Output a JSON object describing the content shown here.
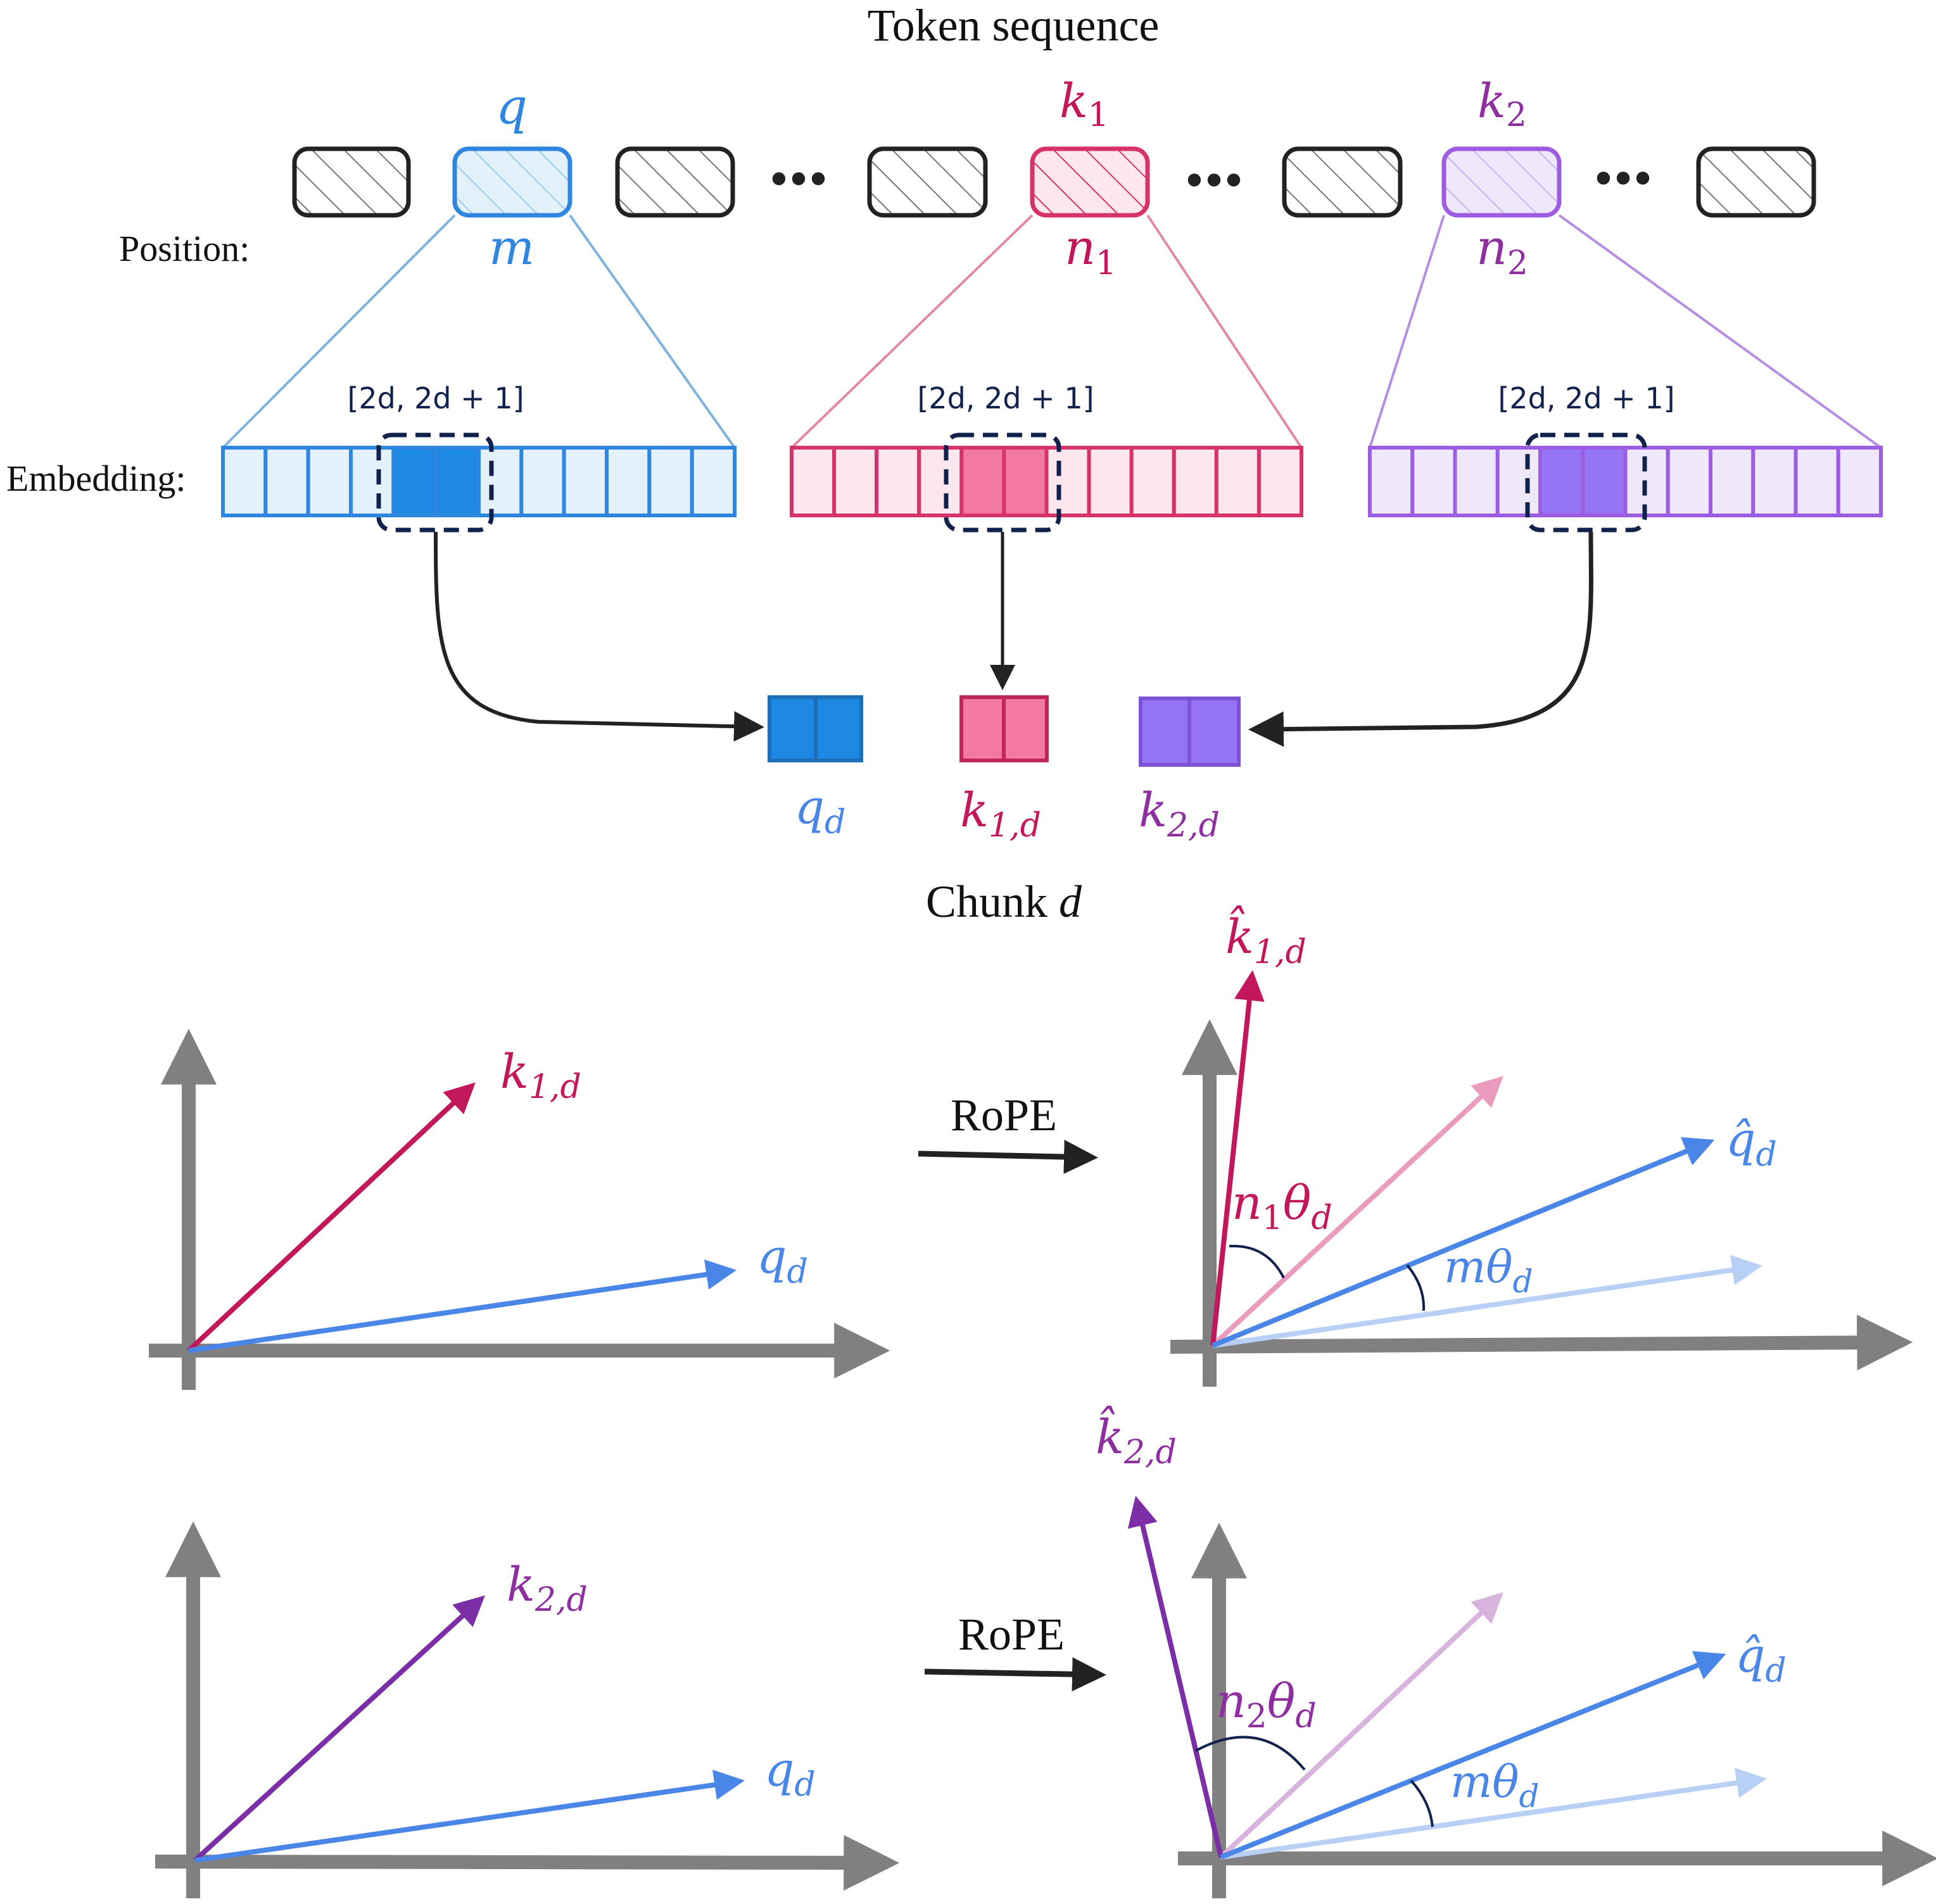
{
  "title": "Token sequence",
  "row_labels": {
    "position": "Position:",
    "embedding": "Embedding:"
  },
  "ellipsis": "•••",
  "tokens": {
    "q": {
      "symbol": "q",
      "position": "m"
    },
    "k1": {
      "symbol": "k",
      "sub": "1",
      "position": "n",
      "position_sub": "1"
    },
    "k2": {
      "symbol": "k",
      "sub": "2",
      "position": "n",
      "position_sub": "2"
    }
  },
  "chunk_index_label": "[2d, 2d + 1]",
  "chunk_outputs": {
    "qd": {
      "symbol": "q",
      "sub": "d"
    },
    "k1d": {
      "symbol": "k",
      "sub": "1,d"
    },
    "k2d": {
      "symbol": "k",
      "sub": "2,d"
    }
  },
  "chunk_title": {
    "text": "Chunk ",
    "var": "d"
  },
  "rope_label": "RoPE",
  "vectors": {
    "qd": {
      "symbol": "q",
      "sub": "d"
    },
    "k1d": {
      "symbol": "k",
      "sub": "1,d"
    },
    "k2d": {
      "symbol": "k",
      "sub": "2,d"
    },
    "q_hat": {
      "symbol": "q̂",
      "sub": "d"
    },
    "k1_hat": {
      "symbol": "k̂",
      "sub": "1,d"
    },
    "k2_hat": {
      "symbol": "k̂",
      "sub": "2,d"
    }
  },
  "angles": {
    "m_theta": {
      "coef": "m",
      "theta": "θ",
      "sub": "d"
    },
    "n1_theta": {
      "coef": "n",
      "coef_sub": "1",
      "theta": "θ",
      "sub": "d"
    },
    "n2_theta": {
      "coef": "n",
      "coef_sub": "2",
      "theta": "θ",
      "sub": "d"
    }
  },
  "colors": {
    "q": "#2e86de",
    "q_light": "#e3f1fb",
    "q_dark": "#1e88e5",
    "q_vec": "#4a86e8",
    "q_vec_faded": "#b8d0f6",
    "k1": "#d6336c",
    "k1_light": "#fde7ef",
    "k1_fill": "#f2799f",
    "k1_vec": "#c2185b",
    "k1_vec_faded": "#ea9cbe",
    "k1_text": "#c2185b",
    "k2": "#9c5de0",
    "k2_light": "#efe8fb",
    "k2_fill": "#9575f5",
    "k2_vec": "#7b2ea6",
    "k2_vec_faded": "#d7b3dd",
    "k2_text": "#8e2fa0",
    "axis": "#808080",
    "ink": "#222222",
    "navy": "#10214b"
  }
}
